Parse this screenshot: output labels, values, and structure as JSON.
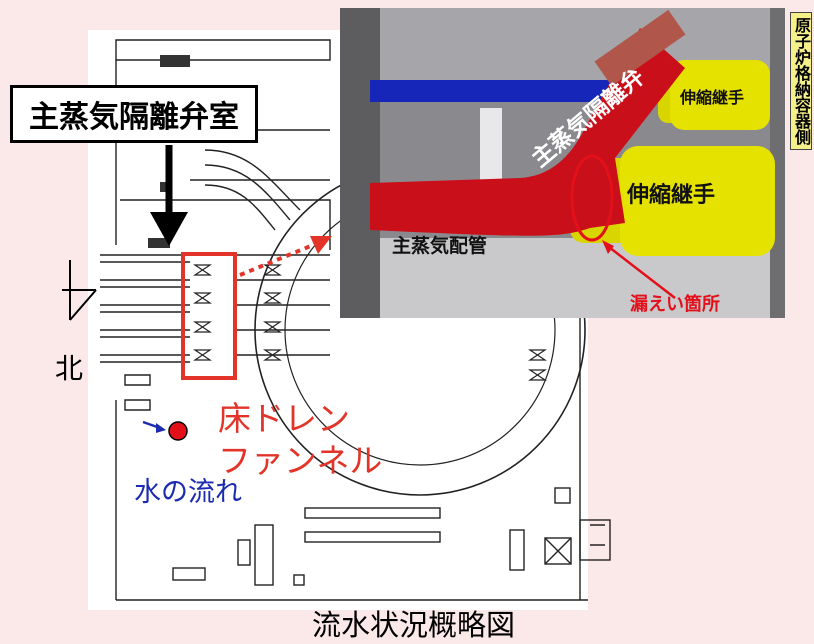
{
  "labels": {
    "msiv_room": "主蒸気隔離弁室",
    "north": "北",
    "floor_drain_line1": "床ドレン",
    "floor_drain_line2": "ファンネル",
    "water_flow": "水の流れ",
    "caption": "流水状況概略図"
  },
  "inset": {
    "valve": "主蒸気隔離弁",
    "joint_small": "伸縮継手",
    "joint_large": "伸縮継手",
    "pipe": "主蒸気配管",
    "leak_point": "漏えい箇所",
    "side_label": "原子炉格納容器側"
  },
  "colors": {
    "background": "#fbe9ea",
    "highlight_red": "#e3342a",
    "flow_blue": "#1c2bb0",
    "valve_red": "#c9101a",
    "joint_yellow": "#e6e200",
    "side_label_bg": "#f6f08a"
  }
}
